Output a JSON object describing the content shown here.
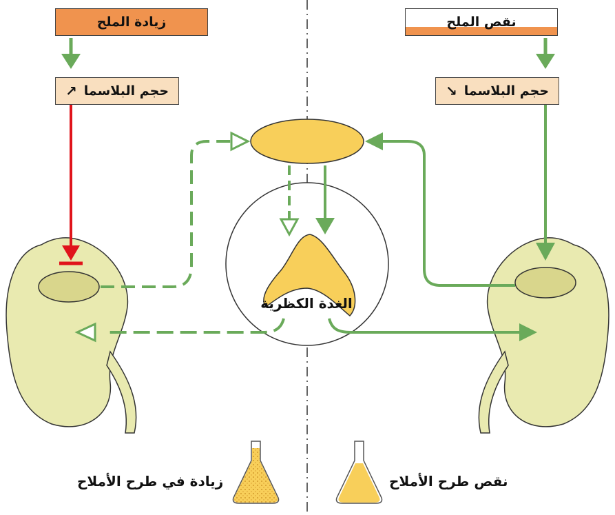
{
  "labels": {
    "salt_increase": "زيادة الملح",
    "salt_decrease": "نقص الملح",
    "plasma_up": "حجم البلاسما",
    "plasma_down": "حجم البلاسما",
    "adrenal_gland": "الغدة الكظرية",
    "excretion_increase": "زيادة في طرح الأملاح",
    "excretion_decrease": "نقص طرح الأملاح"
  },
  "icons": {
    "up_arrow": "north-east-arrow-icon",
    "down_arrow": "south-east-arrow-icon"
  },
  "colors": {
    "orange": "#f0934e",
    "peach": "#f9dfbf",
    "green": "#6aaa5a",
    "red": "#e0141b",
    "yellow": "#f8cf5a",
    "kidney": "#e9eab0"
  }
}
